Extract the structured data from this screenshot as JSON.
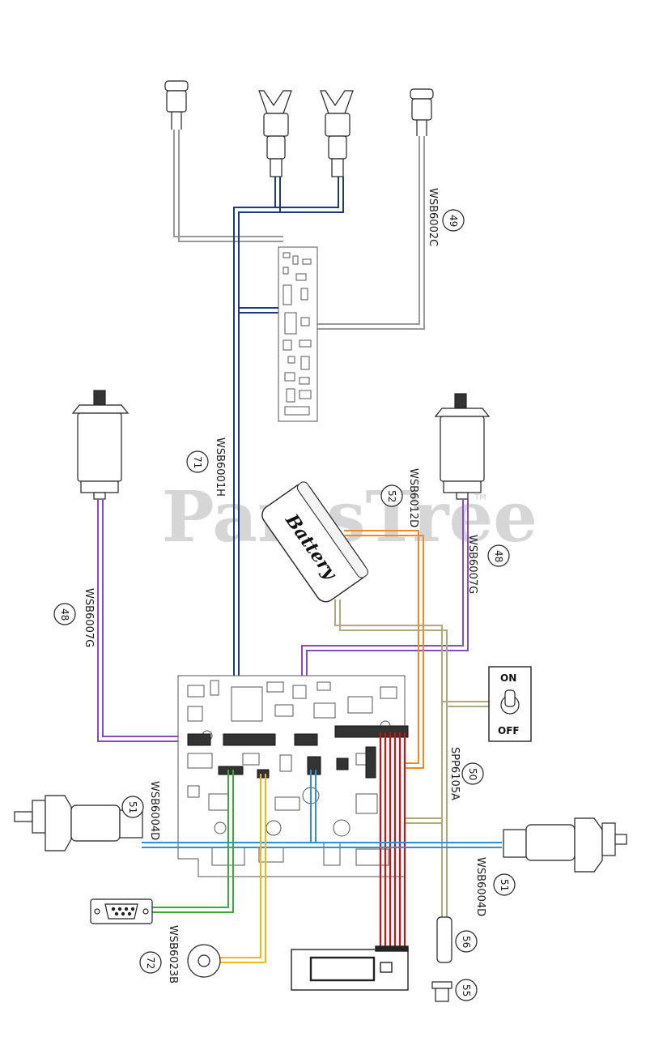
{
  "watermark": {
    "text": "PartsTree",
    "trademark": "TM"
  },
  "battery": {
    "label": "Battery"
  },
  "switch": {
    "on_label": "ON",
    "off_label": "OFF"
  },
  "callouts": [
    {
      "num": "49",
      "part": "WSB6002C"
    },
    {
      "num": "71",
      "part": "WSB6001H"
    },
    {
      "num": "52",
      "part": "WSB6012D"
    },
    {
      "num": "48",
      "part": "WSB6007G"
    },
    {
      "num": "48",
      "part": "WSB6007G"
    },
    {
      "num": "50",
      "part": "SPP6105A"
    },
    {
      "num": "51",
      "part": "WSB6004D"
    },
    {
      "num": "51",
      "part": "WSB6004D"
    },
    {
      "num": "72",
      "part": "WSB6023B"
    },
    {
      "num": "56",
      "part": ""
    },
    {
      "num": "55",
      "part": ""
    }
  ],
  "colors": {
    "gray_wire": "#9a9a9a",
    "navy_wire": "#1f3a78",
    "purple_wire": "#8a4bbf",
    "orange_wire": "#f08a24",
    "tan_wire": "#b5a878",
    "red_wire": "#cc1111",
    "blue_wire": "#2f8fd8",
    "green_wire": "#3aaa3a",
    "yellow_wire": "#f2b816"
  }
}
